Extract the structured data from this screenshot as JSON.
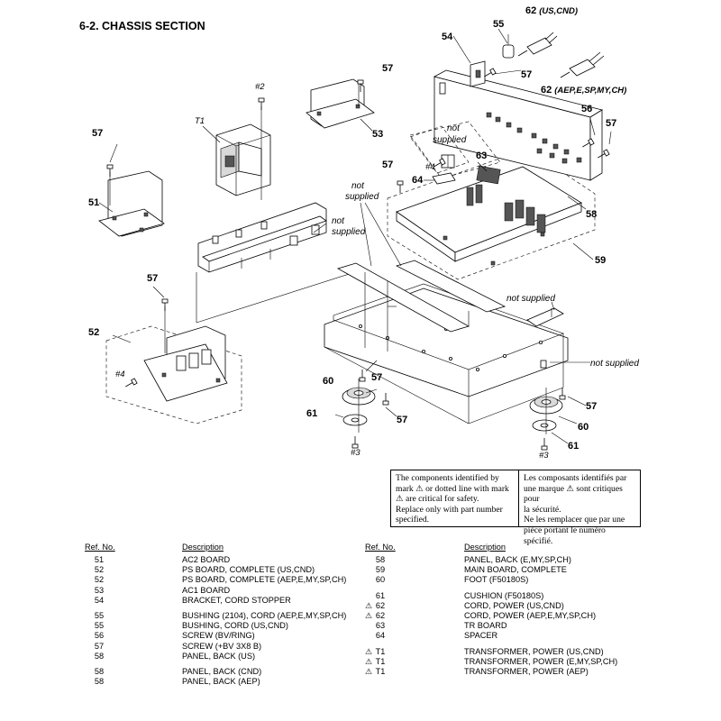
{
  "section_title": "6-2. CHASSIS SECTION",
  "labels": {
    "l51": "51",
    "l52": "52",
    "l53": "53",
    "l54": "54",
    "l55": "55",
    "l56": "56",
    "l57a": "57",
    "l57b": "57",
    "l57c": "57",
    "l57d": "57",
    "l57e": "57",
    "l57f": "57",
    "l57g": "57",
    "l57h": "57",
    "l57i": "57",
    "l58": "58",
    "l59": "59",
    "l60a": "60",
    "l60b": "60",
    "l61a": "61",
    "l61b": "61",
    "l62a": "62",
    "l62a_sub": "(US,CND)",
    "l62b": "62",
    "l62b_sub": "(AEP,E,SP,MY,CH)",
    "l63": "63",
    "l64": "64",
    "t1": "T1",
    "h2": "#2",
    "h3a": "#3",
    "h3b": "#3",
    "h4a": "#4",
    "h4b": "#4",
    "ns1a": "not",
    "ns1b": "supplied",
    "ns2a": "not",
    "ns2b": "supplied",
    "ns3a": "not",
    "ns3b": "supplied",
    "ns4": "not supplied",
    "ns5": "not supplied"
  },
  "notice": {
    "english": "The components identified by\nmark ⚠ or dotted line with mark\n⚠ are critical for safety.\nReplace only with part number\nspecified.",
    "french": "Les composants identifiés par\nune marque ⚠ sont critiques pour\nla sécurité.\nNe les remplacer que par une\npièce portant le numéro spécifié."
  },
  "table_headers": {
    "ref": "Ref. No.",
    "desc": "Description"
  },
  "parts_left": [
    {
      "ref": "51",
      "desc": "AC2 BOARD",
      "mark": ""
    },
    {
      "ref": "52",
      "desc": "PS BOARD, COMPLETE (US,CND)",
      "mark": ""
    },
    {
      "ref": "52",
      "desc": "PS BOARD, COMPLETE (AEP,E,MY,SP,CH)",
      "mark": ""
    },
    {
      "ref": "53",
      "desc": "AC1 BOARD",
      "mark": ""
    },
    {
      "ref": "54",
      "desc": "BRACKET, CORD STOPPER",
      "mark": ""
    },
    {
      "ref": "55",
      "desc": "BUSHING (2104), CORD (AEP,E,MY,SP,CH)",
      "mark": "",
      "gap": true
    },
    {
      "ref": "55",
      "desc": "BUSHING, CORD (US,CND)",
      "mark": ""
    },
    {
      "ref": "56",
      "desc": "SCREW (BV/RING)",
      "mark": ""
    },
    {
      "ref": "57",
      "desc": "SCREW (+BV 3X8 B)",
      "mark": ""
    },
    {
      "ref": "58",
      "desc": "PANEL, BACK (US)",
      "mark": ""
    },
    {
      "ref": "58",
      "desc": "PANEL, BACK (CND)",
      "mark": "",
      "gap": true
    },
    {
      "ref": "58",
      "desc": "PANEL, BACK (AEP)",
      "mark": ""
    }
  ],
  "parts_right": [
    {
      "ref": "58",
      "desc": "PANEL, BACK (E,MY,SP,CH)",
      "mark": ""
    },
    {
      "ref": "59",
      "desc": "MAIN BOARD, COMPLETE",
      "mark": ""
    },
    {
      "ref": "60",
      "desc": "FOOT (F50180S)",
      "mark": ""
    },
    {
      "ref": "61",
      "desc": "CUSHION (F50180S)",
      "mark": "",
      "gap": true
    },
    {
      "ref": "62",
      "desc": "CORD, POWER (US,CND)",
      "mark": "⚠"
    },
    {
      "ref": "62",
      "desc": "CORD, POWER (AEP,E,MY,SP,CH)",
      "mark": "⚠"
    },
    {
      "ref": "63",
      "desc": "TR BOARD",
      "mark": ""
    },
    {
      "ref": "64",
      "desc": "SPACER",
      "mark": ""
    },
    {
      "ref": "T1",
      "desc": "TRANSFORMER, POWER (US,CND)",
      "mark": "⚠",
      "gap": true
    },
    {
      "ref": "T1",
      "desc": "TRANSFORMER, POWER (E,MY,SP,CH)",
      "mark": "⚠"
    },
    {
      "ref": "T1",
      "desc": "TRANSFORMER, POWER (AEP)",
      "mark": "⚠"
    }
  ]
}
